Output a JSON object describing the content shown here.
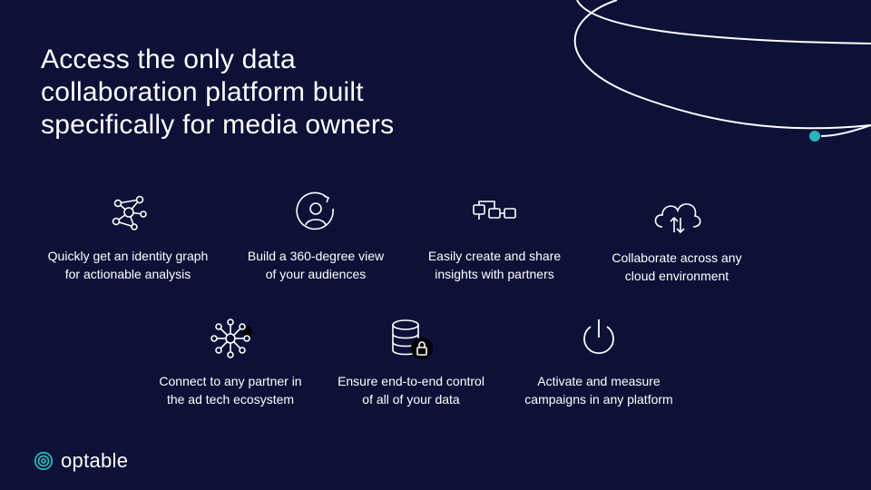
{
  "headline": {
    "lines": [
      "Access the only data",
      "collaboration platform built",
      "specifically for media owners"
    ]
  },
  "features": [
    {
      "icon": "identity-graph-icon",
      "lines": [
        "Quickly get an identity graph",
        "for actionable analysis"
      ]
    },
    {
      "icon": "user-360-icon",
      "lines": [
        "Build a 360-degree view",
        "of your audiences"
      ]
    },
    {
      "icon": "share-insights-icon",
      "lines": [
        "Easily create and share",
        "insights with partners"
      ]
    },
    {
      "icon": "cloud-sync-icon",
      "lines": [
        "Collaborate across any",
        "cloud environment"
      ]
    },
    {
      "icon": "partner-network-icon",
      "lines": [
        "Connect to any partner in",
        "the ad tech ecosystem"
      ]
    },
    {
      "icon": "locked-database-icon",
      "lines": [
        "Ensure end-to-end control",
        "of all of your data"
      ]
    },
    {
      "icon": "power-icon",
      "lines": [
        "Activate and measure",
        "campaigns in any platform"
      ]
    }
  ],
  "brand": {
    "name": "optable",
    "accent_color": "#2bb3b8",
    "background_color": "#0d1137"
  }
}
